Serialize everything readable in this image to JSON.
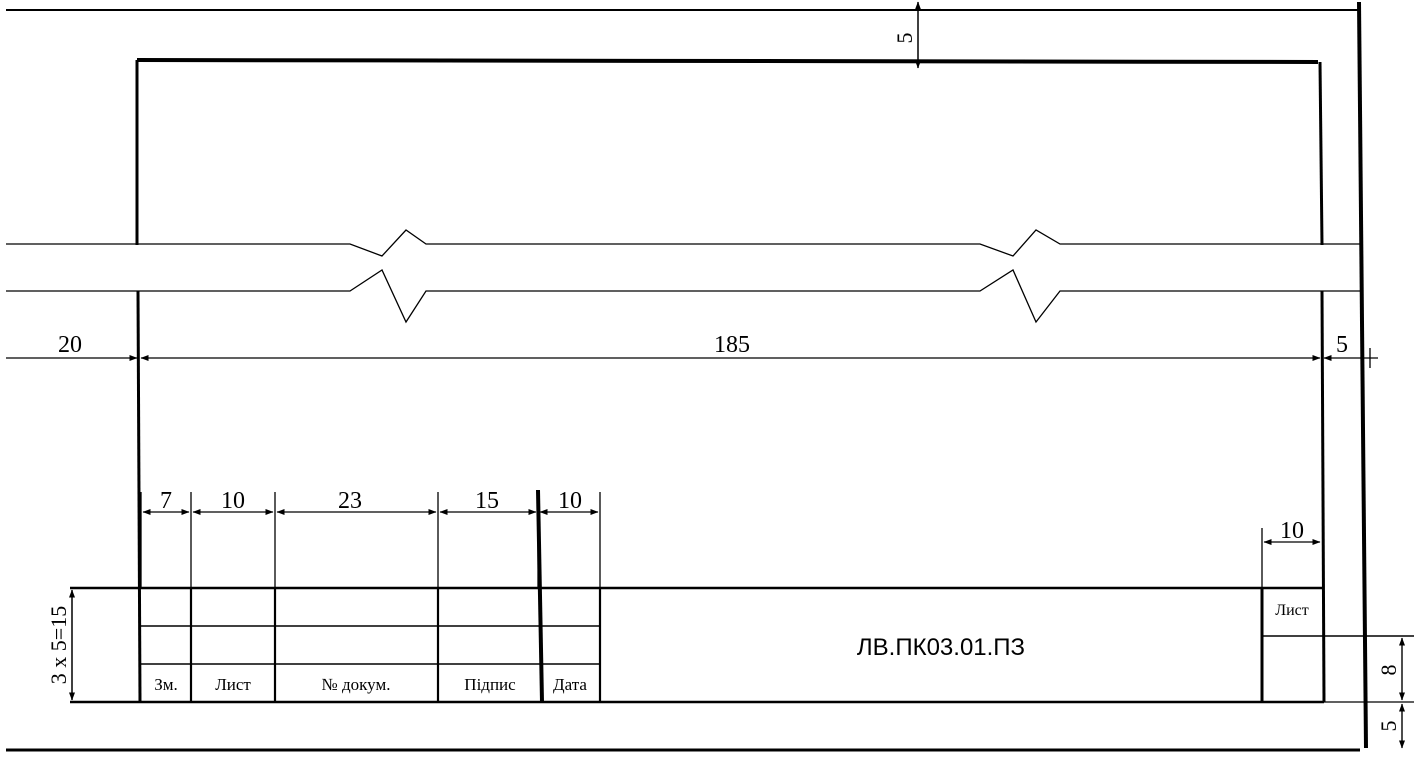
{
  "dimensions": {
    "left_margin": "20",
    "top_margin": "5",
    "frame_width": "185",
    "right_margin": "5",
    "col_zm": "7",
    "col_lyst": "10",
    "col_nom_dokum": "23",
    "col_pidpys": "15",
    "col_data": "10",
    "col_sheet": "10",
    "rows_height": "3 x 5=15",
    "sheet_upper": "8",
    "sheet_lower": "5"
  },
  "title_block": {
    "headers": {
      "zm": "Зм.",
      "lyst": "Лист",
      "nom_dokum": "№ докум.",
      "pidpys": "Підпис",
      "data": "Дата"
    },
    "document_code": "ЛВ.ПК03.01.ПЗ",
    "sheet_label": "Лист"
  }
}
